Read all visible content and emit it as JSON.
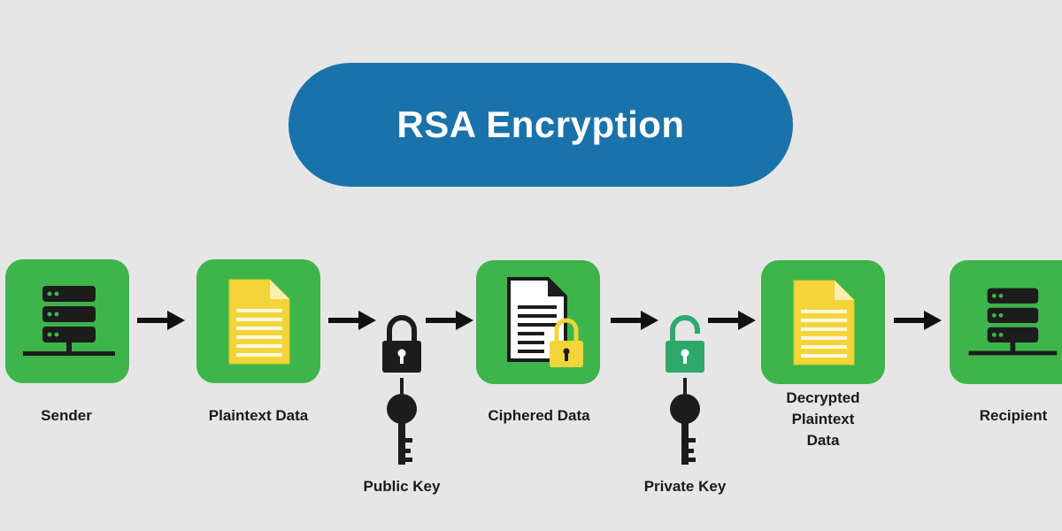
{
  "title": "RSA Encryption",
  "colors": {
    "background": "#e6e6e6",
    "title_fill": "#1a72aa",
    "tile_fill": "#3db54a",
    "document_yellow": "#f3d53a",
    "dark": "#1c1c1c",
    "private_lock": "#2ea86b"
  },
  "nodes": [
    {
      "id": "sender",
      "label": "Sender",
      "icon": "server-icon"
    },
    {
      "id": "plaintext",
      "label": "Plaintext Data",
      "icon": "document-icon"
    },
    {
      "id": "ciphered",
      "label": "Ciphered Data",
      "icon": "locked-document-icon"
    },
    {
      "id": "decrypted",
      "label": "Decrypted\nPlaintext\nData",
      "icon": "document-icon"
    },
    {
      "id": "recipient",
      "label": "Recipient",
      "icon": "server-icon"
    }
  ],
  "keys": [
    {
      "id": "public",
      "label": "Public Key",
      "icon": "closed-padlock-icon"
    },
    {
      "id": "private",
      "label": "Private Key",
      "icon": "open-padlock-icon"
    }
  ]
}
